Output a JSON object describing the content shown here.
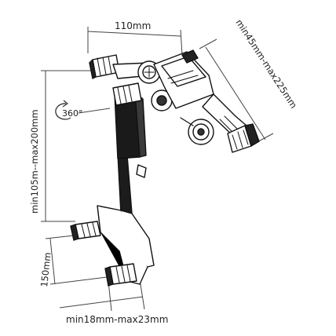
{
  "dimensions": {
    "top_width": "110mm",
    "clamp_range": "min45mm-max225mm",
    "height_range": "min105m--max200mm",
    "bottom_height": "150mm",
    "depth_range": "min18mm-max23mm"
  },
  "rotation_label": "360°",
  "colors": {
    "line": "#111111",
    "dimension_line": "#444444",
    "text": "#222222",
    "background": "#ffffff"
  }
}
